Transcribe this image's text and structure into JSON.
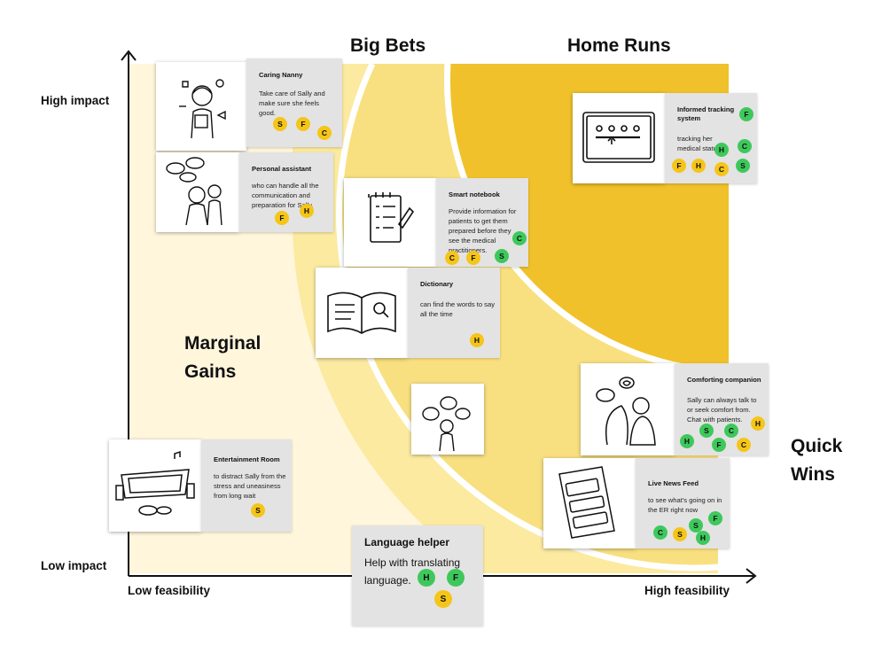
{
  "quadrants": {
    "big_bets": "Big Bets",
    "home_runs": "Home Runs",
    "marginal_gains": "Marginal Gains",
    "quick_wins": "Quick Wins"
  },
  "axes": {
    "y_high": "High impact",
    "y_low": "Low impact",
    "x_low": "Low feasibility",
    "x_high": "High feasibility"
  },
  "colors": {
    "pale": "#fff6dc",
    "light": "#fbeaa0",
    "mid": "#f8e080",
    "gold": "#f0c12a",
    "badge_yellow": "#f5c518",
    "badge_green": "#3ec85c",
    "note": "#e3e3e3"
  },
  "cards": {
    "caring_nanny": {
      "title": "Caring Nanny",
      "desc": "Take care of Sally and make sure she feels good."
    },
    "personal_assistant": {
      "title": "Personal assistant",
      "desc": "who can handle all the communication and preparation for Sally."
    },
    "smart_notebook": {
      "title": "Smart notebook",
      "desc": "Provide information for patients to get them prepared before they see the medical practitioners."
    },
    "dictionary": {
      "title": "Dictionary",
      "desc": "can find the words to say all the time"
    },
    "informed_tracking": {
      "title": "Informed tracking system",
      "desc": "tracking her medical status"
    },
    "comforting_companion": {
      "title": "Comforting companion",
      "desc": "Sally can always talk to or seek comfort from. Chat with patients."
    },
    "live_news_feed": {
      "title": "Live News Feed",
      "desc": "to see what's going on in the ER right now"
    },
    "entertainment_room": {
      "title": "Entertainment Room",
      "desc": "to distract Sally from the stress and uneasiness from long wait"
    },
    "language_helper": {
      "title": "Language helper",
      "desc": "Help with translating language."
    }
  },
  "badges": {
    "S": "S",
    "F": "F",
    "C": "C",
    "H": "H"
  }
}
